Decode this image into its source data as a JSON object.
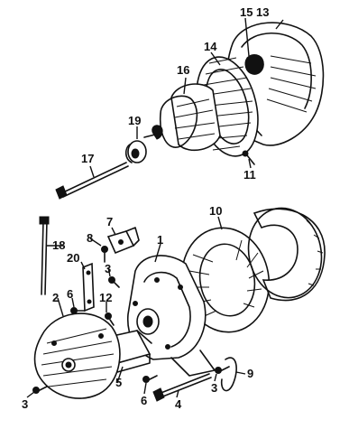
{
  "diagram": {
    "callouts": {
      "c1": "1",
      "c2": "2",
      "c3a": "3",
      "c3b": "3",
      "c3c": "3",
      "c4": "4",
      "c5": "5",
      "c6a": "6",
      "c6b": "6",
      "c7": "7",
      "c8": "8",
      "c9": "9",
      "c10": "10",
      "c11": "11",
      "c12": "12",
      "c13": "13",
      "c14": "14",
      "c15": "15",
      "c16": "16",
      "c17": "17",
      "c18": "18",
      "c19": "19",
      "c20": "20"
    }
  }
}
